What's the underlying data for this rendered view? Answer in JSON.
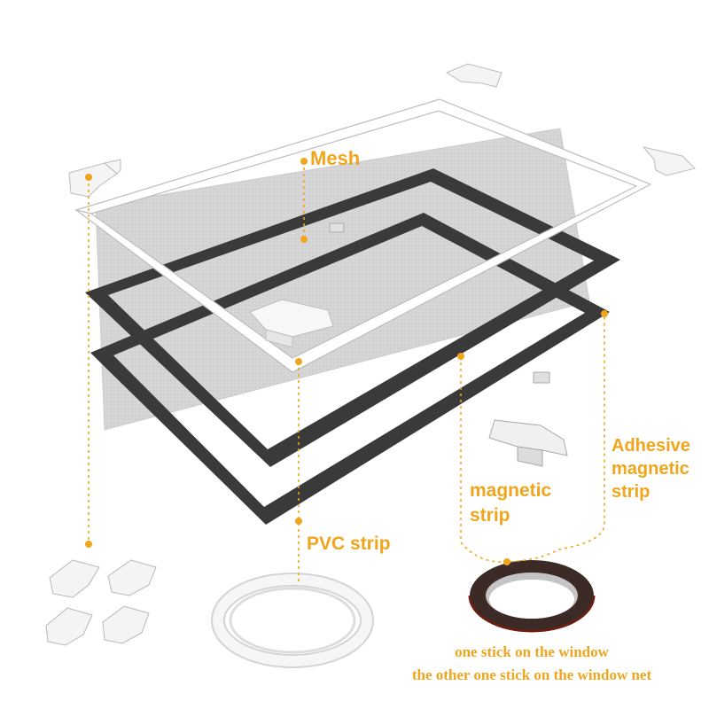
{
  "labels": {
    "mesh": "Mesh",
    "adhesive_line1": "Adhesive",
    "adhesive_line2": "magnetic",
    "adhesive_line3": "strip",
    "magnetic_line1": "magnetic",
    "magnetic_line2": "strip",
    "pvc": "PVC strip"
  },
  "notes": {
    "line1": "one stick on the window",
    "line2": "the other one stick on the window net"
  },
  "colors": {
    "accent": "#f0a51d",
    "mesh": "#d9d9d9",
    "magnetic_frame": "#3a3a3a",
    "pvc_frame": "#ffffff",
    "tape_roll": "#3b2a26"
  },
  "icons": [
    "corner-connector-icon",
    "pvc-strip-roll-icon",
    "magnetic-tape-roll-icon",
    "clip-connector-icon"
  ]
}
